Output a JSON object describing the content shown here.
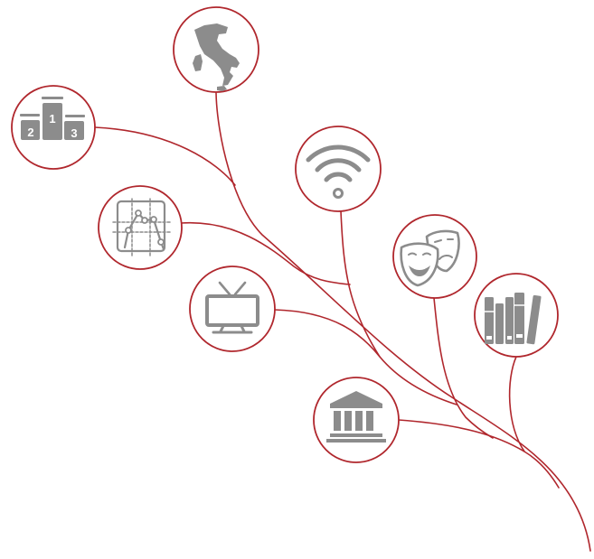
{
  "colors": {
    "branch": "#b0272d",
    "node_border": "#b0272d",
    "node_fill": "#ffffff",
    "icon": "#8c8c8c",
    "background": "#ffffff"
  },
  "podium_icon": {
    "icon": "podium-icon",
    "place_labels": [
      "2",
      "1",
      "3"
    ]
  },
  "icons": [
    "italy-map-icon",
    "podium-icon",
    "wifi-icon",
    "line-chart-icon",
    "theater-masks-icon",
    "television-icon",
    "books-icon",
    "museum-building-icon"
  ]
}
